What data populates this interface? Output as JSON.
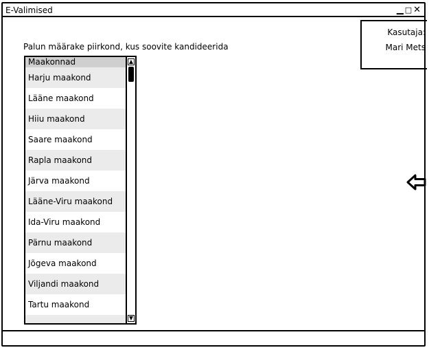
{
  "window": {
    "title": "E-Valimised",
    "controls": [
      "minimize-icon",
      "maximize-icon",
      "close-icon"
    ]
  },
  "user": {
    "label": "Kasutaja:",
    "name": "Mari Mets"
  },
  "prompt": "Palun määrake piirkond, kus soovite kandideerida",
  "list": {
    "header": "Maakonnad",
    "items": [
      "Harju maakond",
      "Lääne maakond",
      "Hiiu maakond",
      "Saare maakond",
      "Rapla maakond",
      "Järva maakond",
      "Lääne-Viru maakond",
      "Ida-Viru maakond",
      "Pärnu maakond",
      "Jõgeva maakond",
      "Viljandi maakond",
      "Tartu maakond",
      ""
    ]
  },
  "icons": {
    "back": "arrow-left-icon"
  }
}
